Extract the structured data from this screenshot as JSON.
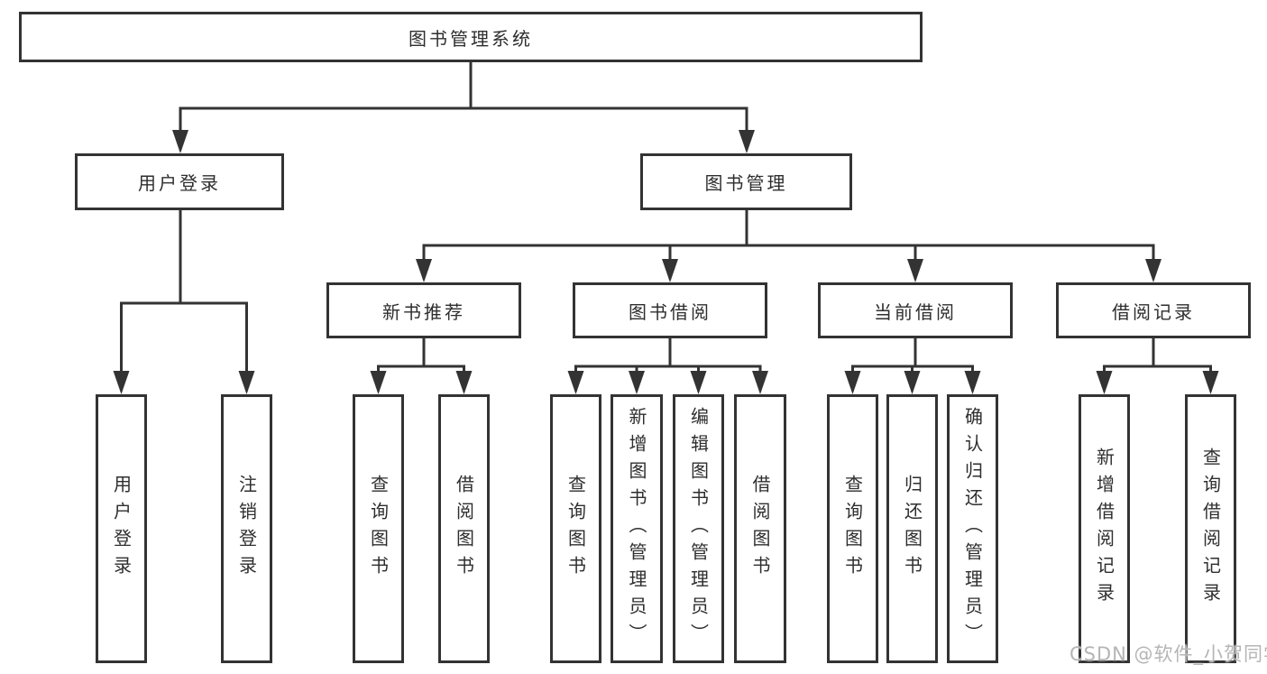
{
  "tree": {
    "label": "图书管理系统",
    "children": [
      {
        "label": "用户登录",
        "children": [
          {
            "label": "用户登录"
          },
          {
            "label": "注销登录"
          }
        ]
      },
      {
        "label": "图书管理",
        "children": [
          {
            "label": "新书推荐",
            "children": [
              {
                "label": "查询图书"
              },
              {
                "label": "借阅图书"
              }
            ]
          },
          {
            "label": "图书借阅",
            "children": [
              {
                "label": "查询图书"
              },
              {
                "label": "新增图书（管理员）"
              },
              {
                "label": "编辑图书（管理员）"
              },
              {
                "label": "借阅图书"
              }
            ]
          },
          {
            "label": "当前借阅",
            "children": [
              {
                "label": "查询图书"
              },
              {
                "label": "归还图书"
              },
              {
                "label": "确认归还（管理员）"
              }
            ]
          },
          {
            "label": "借阅记录",
            "children": [
              {
                "label": "新增借阅记录"
              },
              {
                "label": "查询借阅记录"
              }
            ]
          }
        ]
      }
    ]
  },
  "watermark": "CSDN @软件_小贺同学",
  "colors": {
    "line": "#333333",
    "text": "#2e2e2e",
    "watermark": "#b5b5b5",
    "background": "#ffffff"
  }
}
